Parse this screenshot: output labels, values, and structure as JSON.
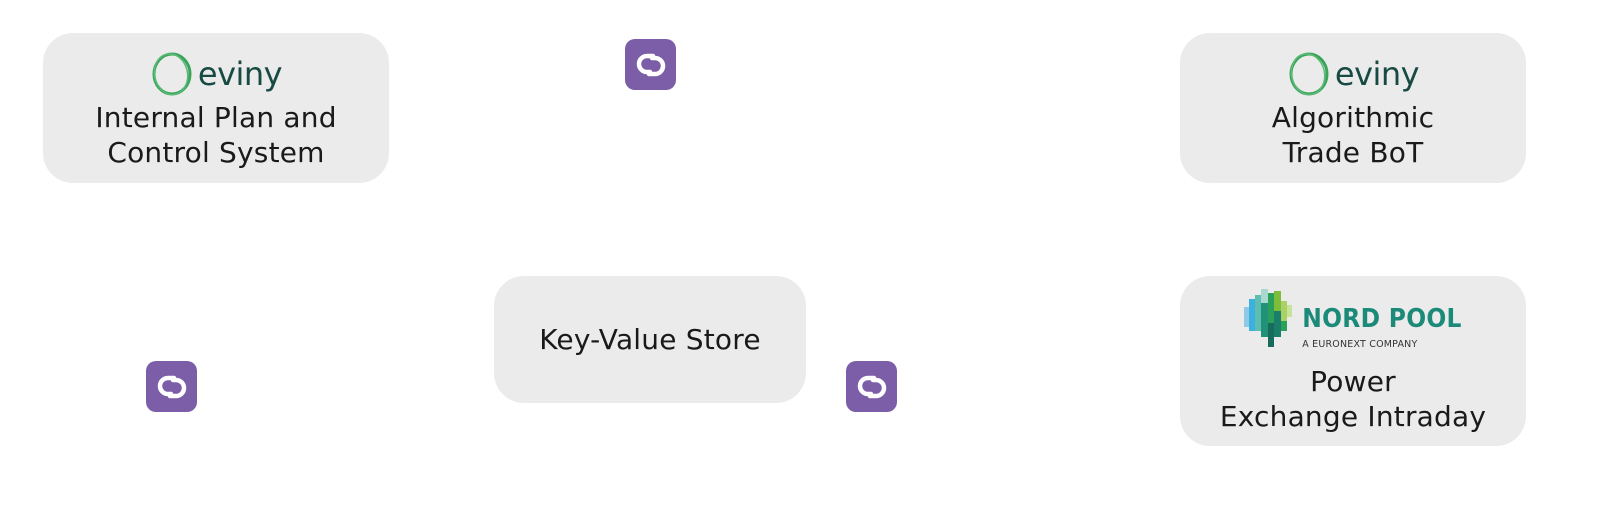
{
  "diagram": {
    "nodes": [
      {
        "id": "internal-plan",
        "brand": "eviny",
        "label": "Internal Plan and\nControl System"
      },
      {
        "id": "algo-trade",
        "brand": "eviny",
        "label": "Algorithmic\nTrade BoT"
      },
      {
        "id": "kv-store",
        "brand": "",
        "label": "Key-Value Store"
      },
      {
        "id": "power-exchange",
        "brand": "nordpool",
        "label": "Power\nExchange Intraday"
      }
    ],
    "brands": {
      "eviny": {
        "wordmark": "eviny",
        "color": "#174a42",
        "ring_color": "#3aa45c"
      },
      "nordpool": {
        "name": "NORD POOL",
        "tagline": "A EURONEXT COMPANY",
        "color": "#1b8a78"
      }
    },
    "link_icons": [
      {
        "icon": "link-icon",
        "color": "#7b5ea7"
      },
      {
        "icon": "link-icon",
        "color": "#7b5ea7"
      },
      {
        "icon": "link-icon",
        "color": "#7b5ea7"
      }
    ],
    "colors": {
      "node_bg": "#ebebeb",
      "text": "#1a1a1a",
      "badge": "#7b5ea7"
    }
  }
}
